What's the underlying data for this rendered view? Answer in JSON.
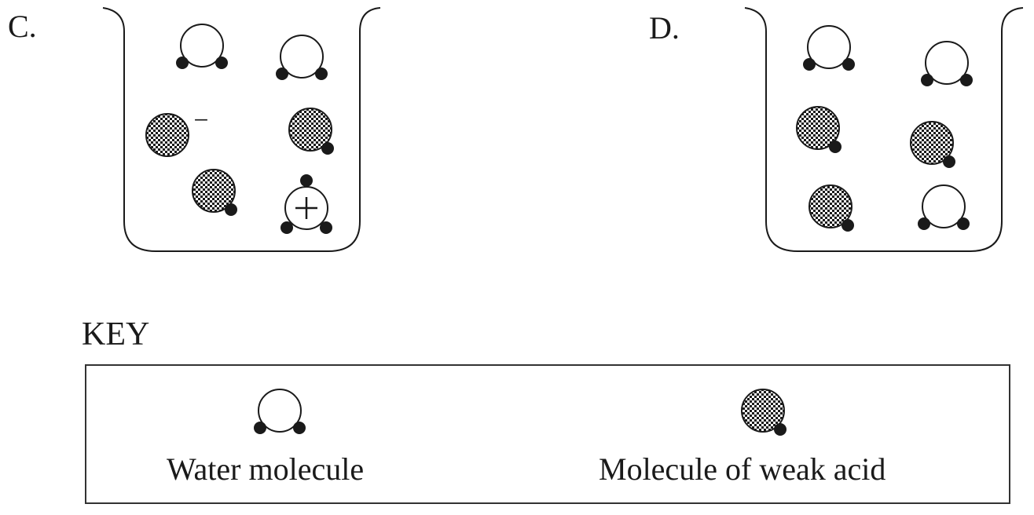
{
  "panels": [
    {
      "label": "C.",
      "molecules": [
        {
          "type": "water"
        },
        {
          "type": "water"
        },
        {
          "type": "acid-anion",
          "charge": "−"
        },
        {
          "type": "weak-acid"
        },
        {
          "type": "weak-acid"
        },
        {
          "type": "hydronium",
          "charge": "+"
        }
      ]
    },
    {
      "label": "D.",
      "molecules": [
        {
          "type": "water"
        },
        {
          "type": "water"
        },
        {
          "type": "weak-acid"
        },
        {
          "type": "weak-acid"
        },
        {
          "type": "weak-acid"
        },
        {
          "type": "water"
        }
      ]
    }
  ],
  "key": {
    "title": "KEY",
    "items": [
      {
        "type": "water",
        "label": "Water molecule"
      },
      {
        "type": "weak-acid",
        "label": "Molecule of weak acid"
      }
    ]
  },
  "colors": {
    "ink": "#1a1a1a",
    "background": "#ffffff"
  }
}
